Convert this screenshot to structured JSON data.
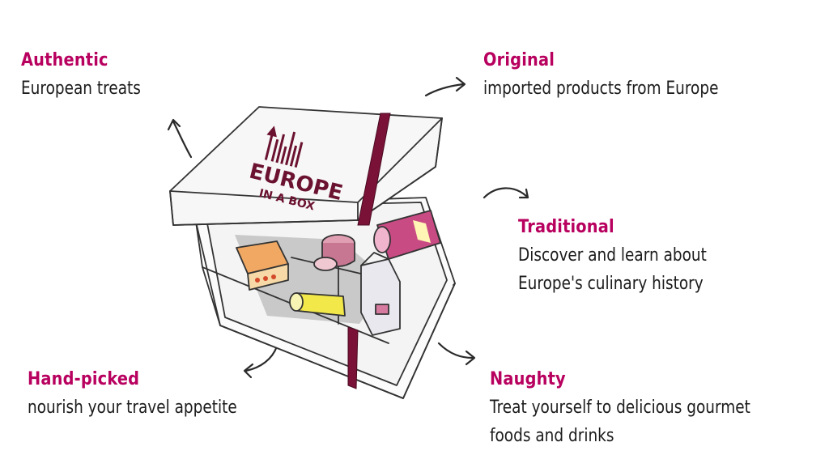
{
  "features": {
    "authentic": {
      "title": "Authentic",
      "lines": [
        "European treats"
      ]
    },
    "original": {
      "title": "Original",
      "lines": [
        "imported products from Europe"
      ]
    },
    "traditional": {
      "title": "Traditional",
      "lines": [
        "Discover and learn about",
        "Europe's culinary history"
      ]
    },
    "handpicked": {
      "title": "Hand-picked",
      "lines": [
        "nourish your travel appetite"
      ]
    },
    "naughty": {
      "title": "Naughty",
      "lines": [
        "Treat yourself to delicious gourmet",
        "foods and drinks"
      ]
    }
  },
  "logo": {
    "line1": "EUROPE",
    "line2": "IN A BOX"
  },
  "colors": {
    "accent": "#b8005f",
    "ribbon": "#7a1238",
    "text": "#1c1c1c"
  },
  "icons": [
    "arrow-icon",
    "logo-icon"
  ]
}
